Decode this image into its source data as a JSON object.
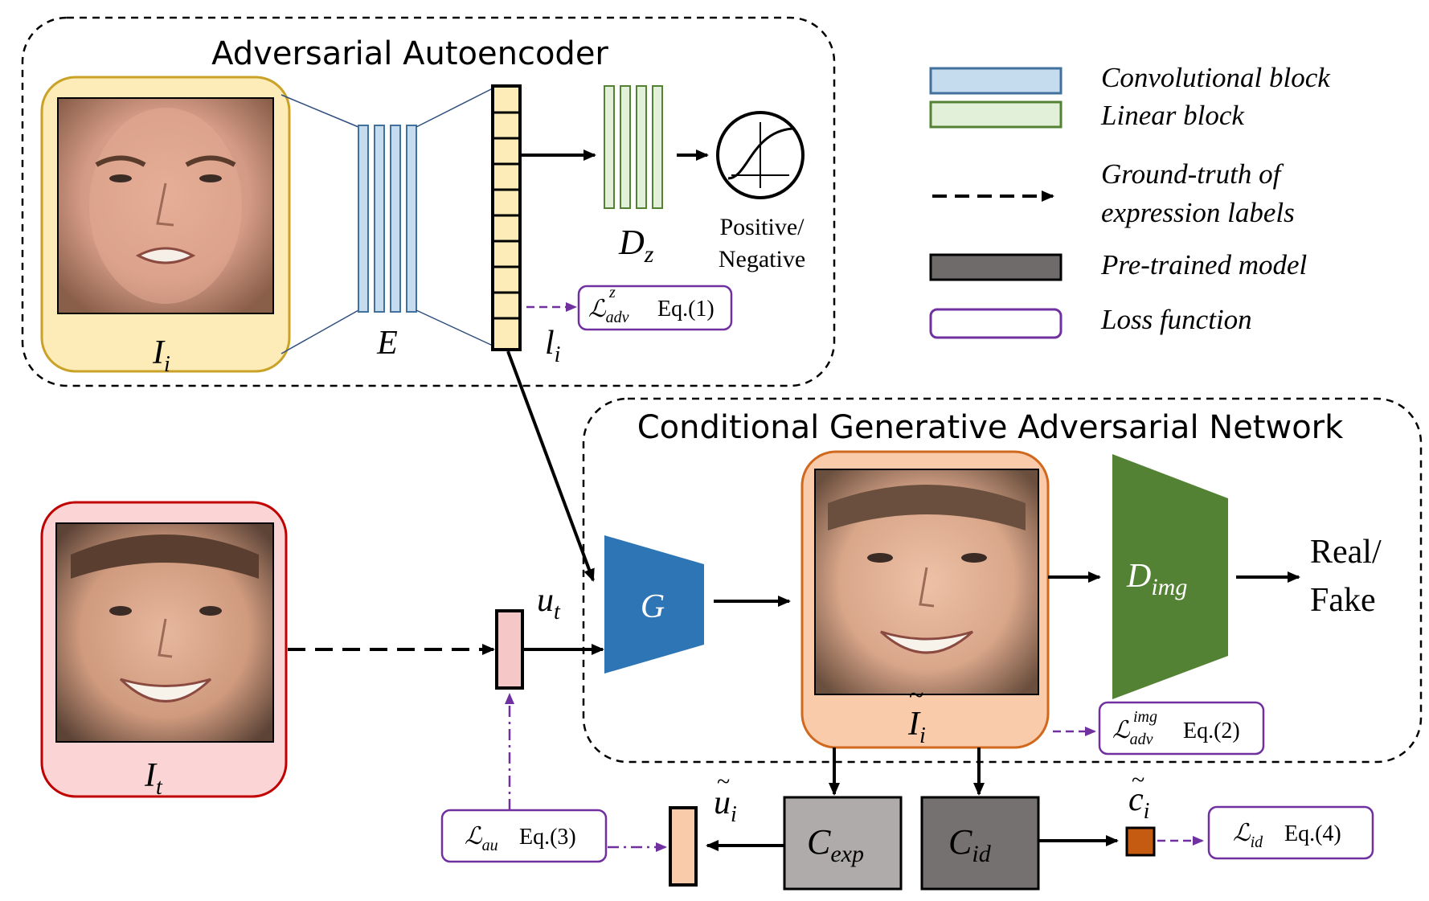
{
  "sections": {
    "aae_title": "Adversarial Autoencoder",
    "cgan_title": "Conditional Generative Adversarial Network"
  },
  "legend": {
    "conv": "Convolutional block",
    "linear": "Linear block",
    "gt_line1": "Ground-truth of",
    "gt_line2": "expression labels",
    "pretrained": "Pre-trained model",
    "loss": "Loss function"
  },
  "nodes": {
    "input_image": "I",
    "input_image_sub": "i",
    "encoder": "E",
    "latent": "l",
    "latent_sub": "i",
    "dz": "D",
    "dz_sub": "z",
    "sigmoid_label_1": "Positive/",
    "sigmoid_label_2": "Negative",
    "target_image": "I",
    "target_image_sub": "t",
    "au_vector": "u",
    "au_vector_sub": "t",
    "generator": "G",
    "generated_image": "I",
    "generated_image_sub": "i",
    "dimg": "D",
    "dimg_sub": "img",
    "real_fake_1": "Real/",
    "real_fake_2": "Fake",
    "cexp": "C",
    "cexp_sub": "exp",
    "cid": "C",
    "cid_sub": "id",
    "pred_au": "u",
    "pred_au_sub": "i",
    "pred_id": "c",
    "pred_id_sub": "i"
  },
  "losses": {
    "adv_z": {
      "sym": "ℒ",
      "sub": "adv",
      "sup": "z",
      "eq": "Eq.(1)"
    },
    "adv_img": {
      "sym": "ℒ",
      "sub": "adv",
      "sup": "img",
      "eq": "Eq.(2)"
    },
    "au": {
      "sym": "ℒ",
      "sub": "au",
      "eq": "Eq.(3)"
    },
    "id": {
      "sym": "ℒ",
      "sub": "id",
      "eq": "Eq.(4)"
    }
  },
  "colors": {
    "conv_fill": "#c5dcef",
    "conv_stroke": "#41719c",
    "linear_fill": "#e2efd9",
    "linear_stroke": "#548235",
    "pretrained": "#6f6b6b",
    "loss_stroke": "#7030a0",
    "input_box": "#fdebb8",
    "input_box_stroke": "#c9a227",
    "target_box": "#fbd5d5",
    "target_box_stroke": "#c00000",
    "gen_box": "#f9cbab",
    "gen_box_stroke": "#d0691e",
    "generator": "#2e75b6",
    "dimg": "#548235",
    "cexp": "#afabab",
    "cid": "#767171",
    "id_vec": "#c55a11"
  }
}
